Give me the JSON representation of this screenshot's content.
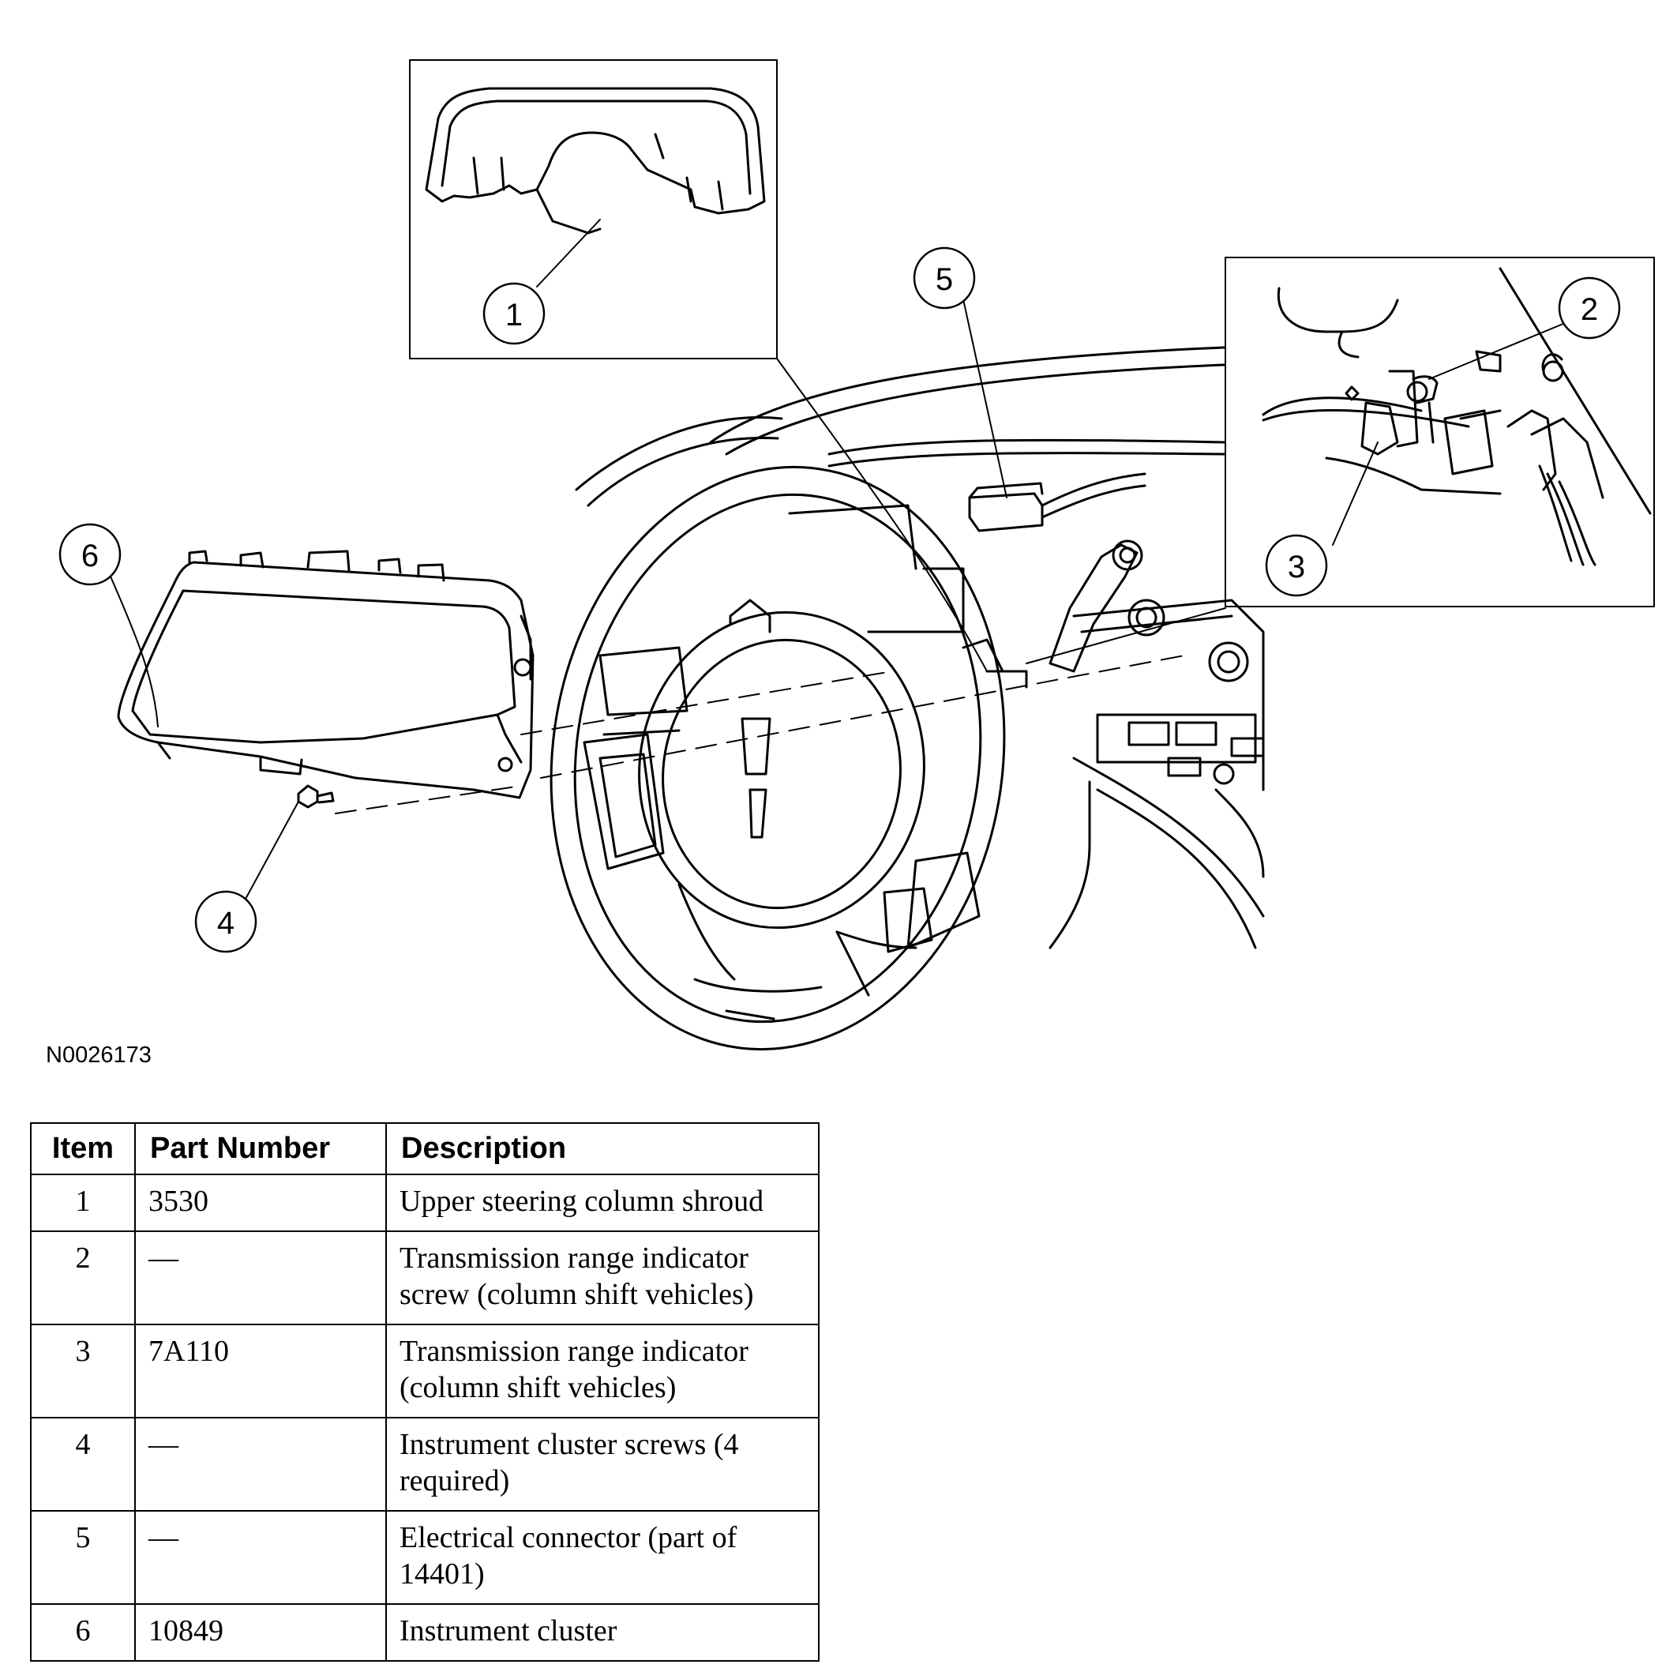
{
  "figure_id": "N0026173",
  "callouts": [
    "1",
    "2",
    "3",
    "4",
    "5",
    "6"
  ],
  "table": {
    "headers": [
      "Item",
      "Part Number",
      "Description"
    ],
    "rows": [
      {
        "item": "1",
        "part": "3530",
        "desc": "Upper steering column shroud"
      },
      {
        "item": "2",
        "part": "—",
        "desc": "Transmission range indicator screw (column shift vehicles)"
      },
      {
        "item": "3",
        "part": "7A110",
        "desc": "Transmission range indicator (column shift vehicles)"
      },
      {
        "item": "4",
        "part": "—",
        "desc": "Instrument cluster screws (4 required)"
      },
      {
        "item": "5",
        "part": "—",
        "desc": "Electrical connector (part of 14401)"
      },
      {
        "item": "6",
        "part": "10849",
        "desc": "Instrument cluster"
      }
    ]
  }
}
